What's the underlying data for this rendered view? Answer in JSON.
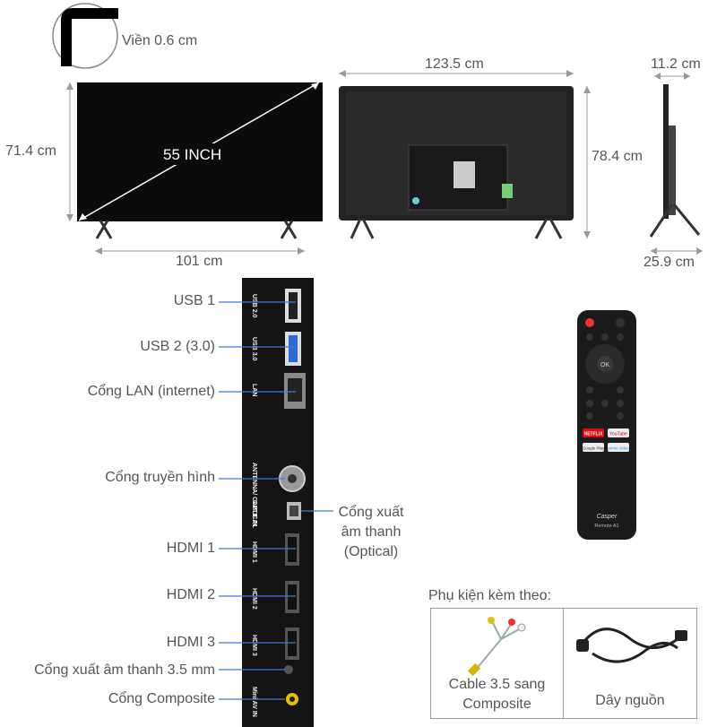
{
  "top": {
    "bezel_label": "Viền 0.6 cm",
    "screen_size": "55 INCH",
    "front_height": "71.4 cm",
    "front_width": "101 cm",
    "back_width": "123.5 cm",
    "back_height": "78.4 cm",
    "side_depth_top": "11.2 cm",
    "side_depth_base": "25.9 cm"
  },
  "ports": {
    "labels": [
      "USB 1",
      "USB 2 (3.0)",
      "Cổng LAN (internet)",
      "Cổng truyền hình",
      "HDMI 1",
      "HDMI 2",
      "HDMI 3",
      "Cổng xuất âm thanh 3.5 mm",
      "Cổng Composite"
    ],
    "optical_label": [
      "Cổng xuất",
      "âm thanh",
      "(Optical)"
    ],
    "panel_text": [
      "USB 2.0",
      "USB 3.0",
      "LAN",
      "ANTENNA/ CABLE IN",
      "OPTICAL",
      "HDMI 1",
      "HDMI 2",
      "HDMI 3",
      "Mini AV IN"
    ]
  },
  "remote": {
    "brand": "Casper",
    "model": "Remote A1",
    "ok": "OK",
    "apps": [
      "NETFLIX",
      "YouTube",
      "Google Play",
      "prime video"
    ]
  },
  "accessories": {
    "title": "Phụ kiện kèm theo:",
    "items": [
      {
        "line1": "Cable 3.5 sang",
        "line2": "Composite"
      },
      {
        "line1": "Dây nguồn",
        "line2": ""
      }
    ]
  }
}
